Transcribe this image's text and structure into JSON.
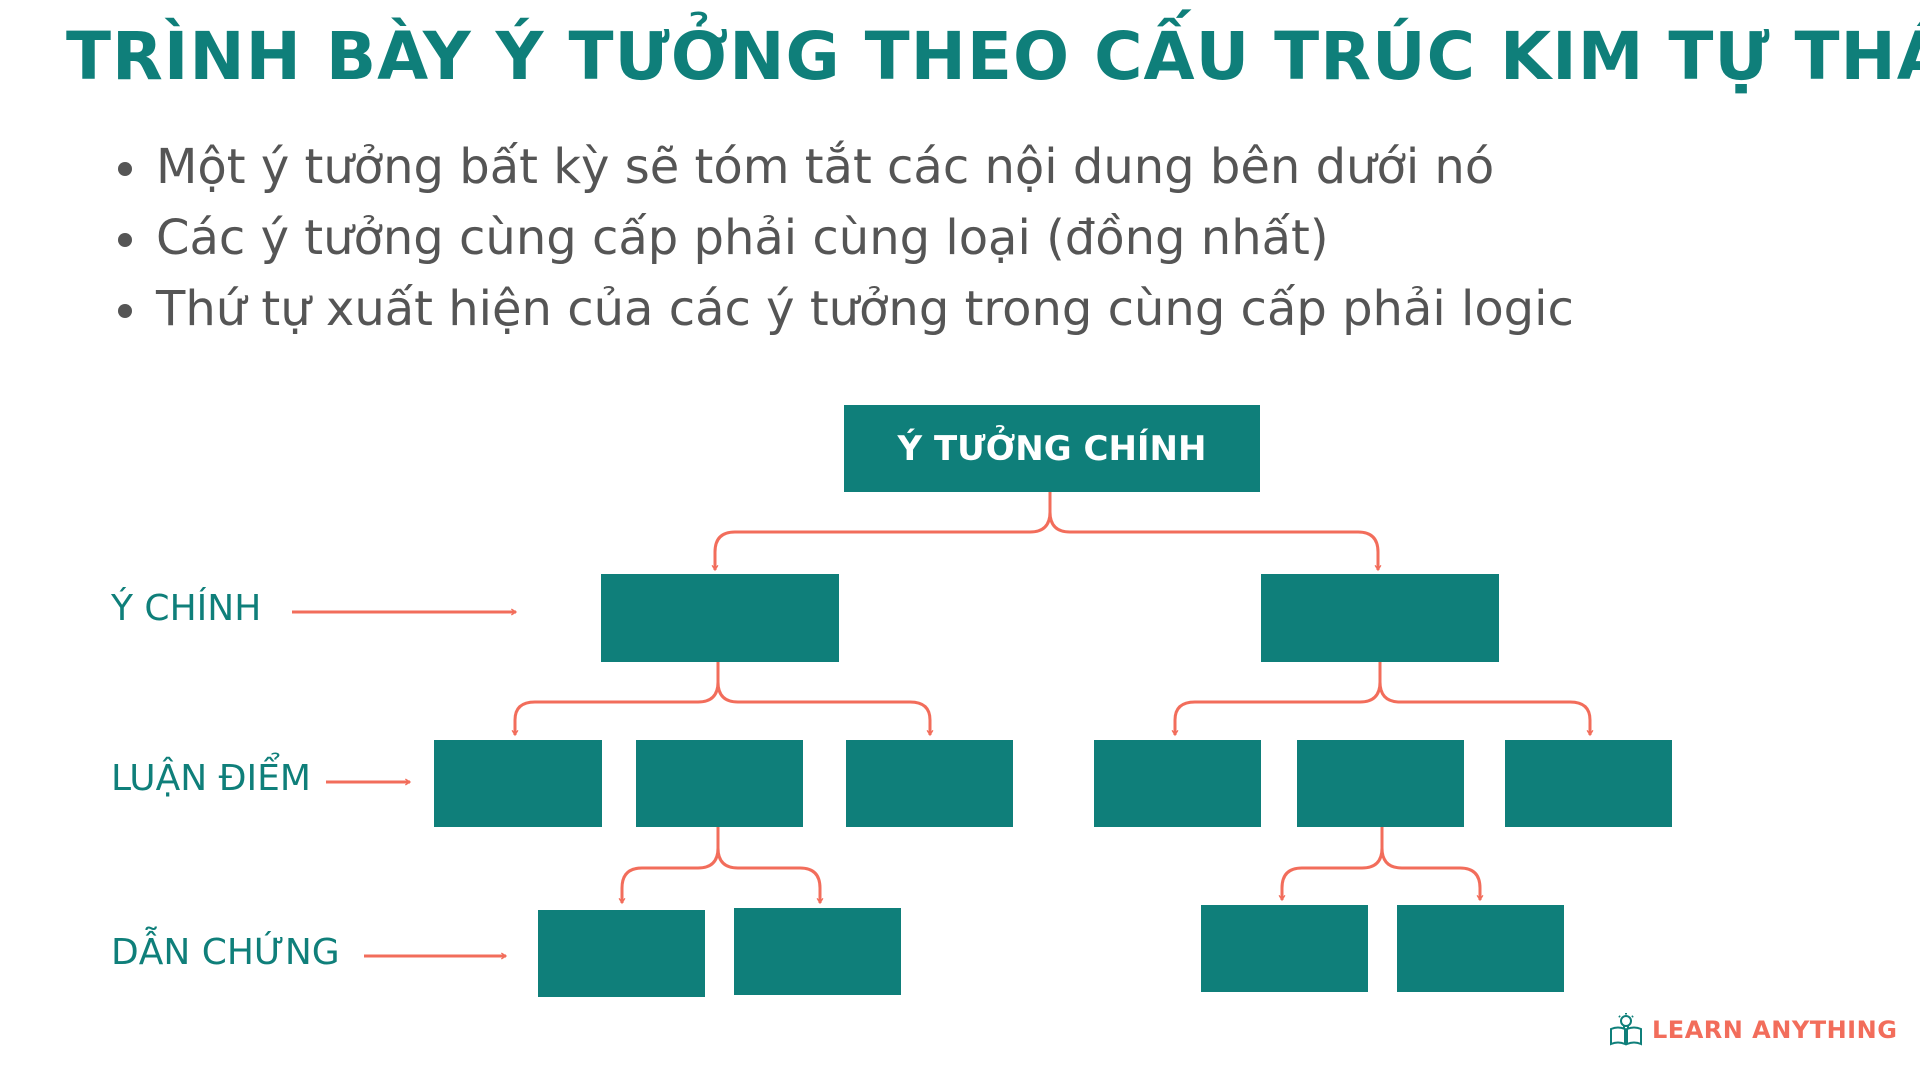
{
  "title": "TRÌNH BÀY Ý TƯỞNG THEO CẤU TRÚC KIM TỰ THÁP",
  "bullets": [
    "Một ý tưởng bất kỳ sẽ tóm tắt các nội dung bên dưới nó",
    "Các ý tưởng cùng cấp phải cùng loại (đồng nhất)",
    "Thứ tự xuất hiện của các ý tưởng trong cùng cấp phải logic"
  ],
  "diagram": {
    "root_label": "Ý TƯỞNG CHÍNH",
    "level_labels": [
      "Ý CHÍNH",
      "LUẬN ĐIỂM",
      "DẪN CHỨNG"
    ]
  },
  "logo": {
    "text": "LEARN ANYTHING",
    "icon": "book-lightbulb-icon"
  },
  "colors": {
    "teal": "#0f7f7a",
    "arrow": "#f26d5b",
    "text": "#555555"
  }
}
